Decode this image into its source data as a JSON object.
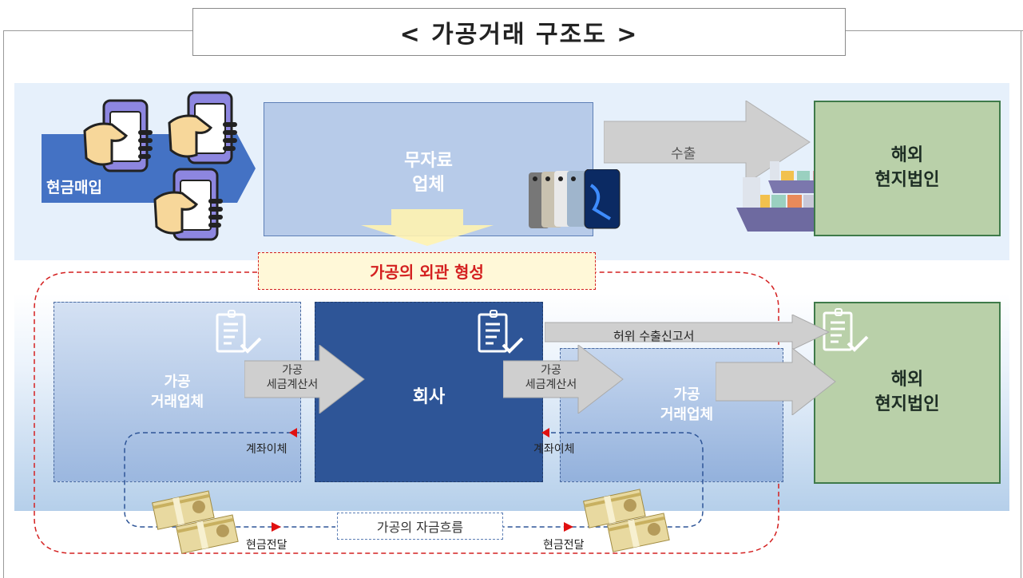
{
  "title": "< 가공거래 구조도 >",
  "top": {
    "cash_purchase_label": "현금매입",
    "supplier_label": "무자료\n업체",
    "export_label": "수출",
    "overseas_label": "해외\n현지법인"
  },
  "facade_label": "가공의 외관 형성",
  "bottom": {
    "left_partner_label": "가공\n거래업체",
    "company_label": "회사",
    "right_partner_label": "가공\n거래업체",
    "overseas_label": "해외\n현지법인",
    "invoice_left": "가공\n세금계산서",
    "invoice_right": "가공\n세금계산서",
    "fake_export_label": "허위 수출신고서",
    "transfer_left": "계좌이체",
    "transfer_right": "계좌이체",
    "fund_flow_label": "가공의 자금흐름",
    "cash_left": "현금전달",
    "cash_right": "현금전달"
  },
  "colors": {
    "company_blue": "#2e5597",
    "supplier_blue": "#b7cbe9",
    "overseas_green": "#b9d0a9",
    "facade_red": "#d42020",
    "arrow_gray": "#cfcfcf"
  }
}
